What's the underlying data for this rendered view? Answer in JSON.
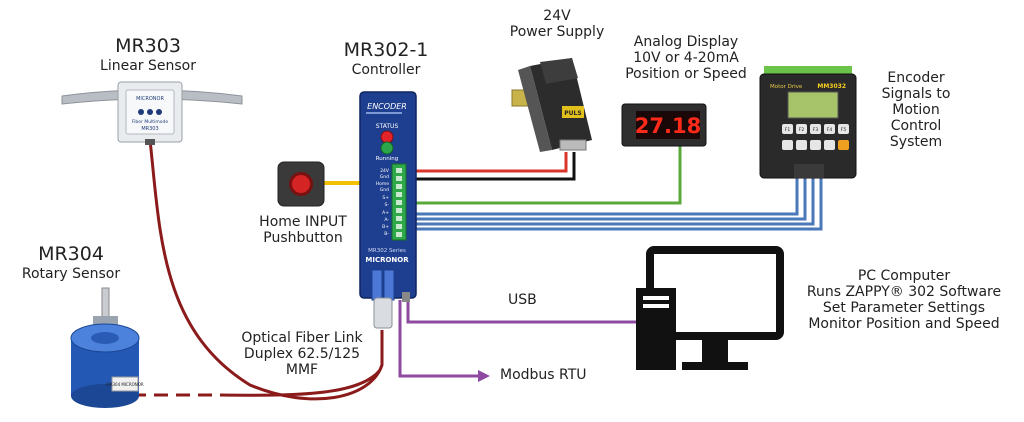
{
  "components": {
    "linear_sensor": {
      "title": "MR303",
      "subtitle": "Linear Sensor",
      "device_text": [
        "MICRONOR",
        "Fiber Multimode",
        "MR303"
      ]
    },
    "rotary_sensor": {
      "title": "MR304",
      "subtitle": "Rotary Sensor",
      "device_text": "MR304 MICRONOR"
    },
    "controller": {
      "title": "MR302-1",
      "subtitle": "Controller",
      "panel": {
        "encoder": "ENCODER",
        "status": "STATUS",
        "running": "Running",
        "series": "MR302 Series",
        "brand": "MICRONOR"
      },
      "terminals": [
        "24V",
        "Gnd",
        "Home",
        "Gnd",
        "S+",
        "S-",
        "A+",
        "A-",
        "B+",
        "B-"
      ]
    },
    "power_supply": {
      "line1": "24V",
      "line2": "Power Supply",
      "device_text": "PULS"
    },
    "analog_display": {
      "line1": "Analog Display",
      "line2": "10V or 4-20mA",
      "line3": "Position or Speed",
      "reading": "27.18"
    },
    "home_input": {
      "line1": "Home INPUT",
      "line2": "Pushbutton"
    },
    "motion_control": {
      "line1": "Encoder",
      "line2": "Signals to",
      "line3": "Motion",
      "line4": "Control",
      "line5": "System",
      "brand": "Motor Drive",
      "model": "MM3032",
      "keys": [
        "F1",
        "F2",
        "F3",
        "F4",
        "F5"
      ]
    },
    "pc": {
      "line1": "PC Computer",
      "line2": "Runs ZAPPY® 302 Software",
      "line3": "Set Parameter Settings",
      "line4": "Monitor Position and Speed"
    },
    "fiber_link": {
      "line1": "Optical Fiber Link",
      "line2": "Duplex 62.5/125",
      "line3": "MMF"
    }
  },
  "connections": {
    "usb": "USB",
    "modbus": "Modbus RTU"
  },
  "colors": {
    "fiber": "#8b1a1a",
    "red_wire": "#d9352b",
    "black_wire": "#111111",
    "green_wire": "#5aa83a",
    "blue_wire": "#4a78b8",
    "purple": "#8e4aa0",
    "yellow_wire": "#f2c200",
    "controller_blue": "#1e3f8f"
  }
}
